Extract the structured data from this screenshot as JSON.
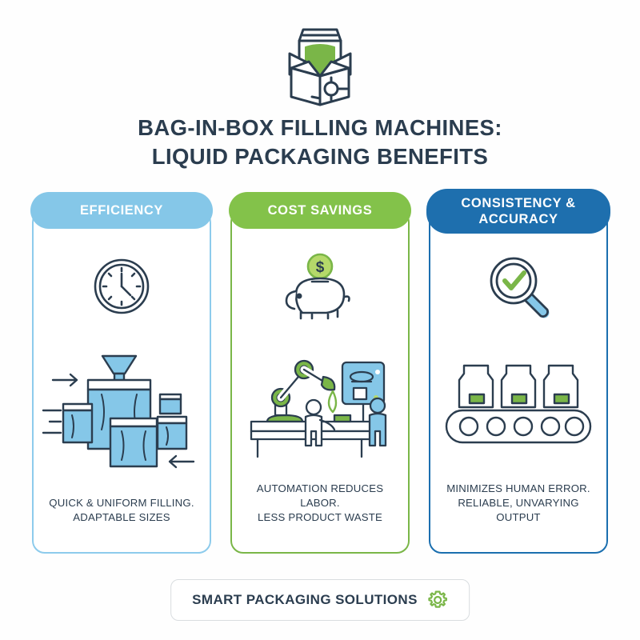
{
  "header": {
    "logo_icon": "bag-in-box-icon",
    "title_line1": "BAG-IN-BOX FILLING MACHINES:",
    "title_line2": "LIQUID PACKAGING BENEFITS"
  },
  "colors": {
    "light_blue": "#85c7e8",
    "green": "#83c24a",
    "dark_blue": "#1e6fae",
    "navy_text": "#2b3d4f",
    "background": "#fefefe"
  },
  "cards": [
    {
      "key": "efficiency",
      "banner_label": "EFFICIENCY",
      "banner_color": "#85c7e8",
      "border_color": "#8dcbec",
      "icon_top": "clock-icon",
      "illustration": "filling-machine-pouches-icon",
      "body_line1": "QUICK & UNIFORM FILLING.",
      "body_line2": "ADAPTABLE SIZES"
    },
    {
      "key": "savings",
      "banner_label": "COST SAVINGS",
      "banner_color": "#83c24a",
      "border_color": "#7ab648",
      "icon_top": "piggy-bank-icon",
      "illustration": "robotic-arm-workers-icon",
      "body_line1": "AUTOMATION REDUCES LABOR.",
      "body_line2": "LESS PRODUCT WASTE"
    },
    {
      "key": "consistency",
      "banner_label_line1": "CONSISTENCY &",
      "banner_label_line2": "ACCURACY",
      "banner_color": "#1e6fae",
      "border_color": "#1b6faf",
      "icon_top": "magnifier-check-icon",
      "illustration": "conveyor-pouches-icon",
      "body_line1": "MINIMIZES HUMAN ERROR.",
      "body_line2": "RELIABLE, UNVARYING OUTPUT"
    }
  ],
  "footer": {
    "label": "SMART PACKAGING SOLUTIONS",
    "icon": "gear-icon",
    "icon_color": "#7ab648"
  }
}
